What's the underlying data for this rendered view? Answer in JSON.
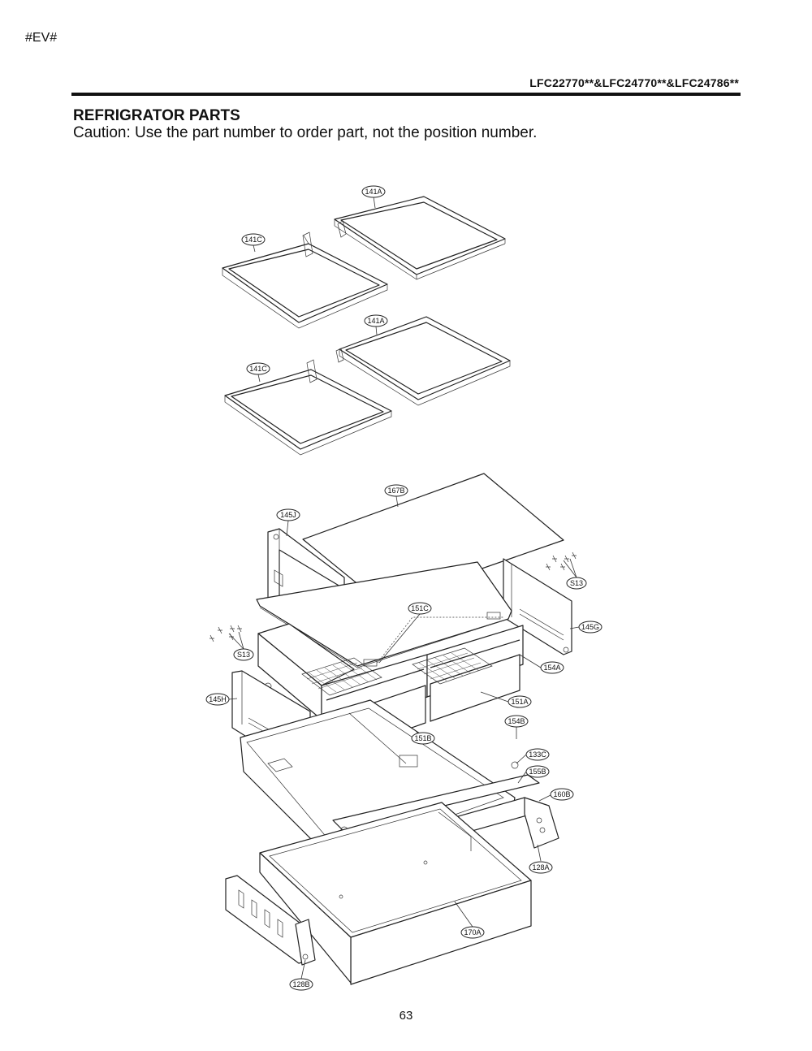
{
  "header": {
    "tag": "#EV#",
    "models": "LFC22770**&LFC24770**&LFC24786**"
  },
  "heading": {
    "title": "REFRIGRATOR PARTS",
    "caution": "Caution: Use the part number to order part, not the position number."
  },
  "page_number": "63",
  "callouts": [
    {
      "id": "c141a-top",
      "label": "141A"
    },
    {
      "id": "c141c-top",
      "label": "141C"
    },
    {
      "id": "c141a-mid",
      "label": "141A"
    },
    {
      "id": "c141c-mid",
      "label": "141C"
    },
    {
      "id": "c167b",
      "label": "167B"
    },
    {
      "id": "c145j",
      "label": "145J"
    },
    {
      "id": "c s13-right",
      "label": "S13"
    },
    {
      "id": "c151c",
      "label": "151C"
    },
    {
      "id": "c145g",
      "label": "145G"
    },
    {
      "id": "c s13-left",
      "label": "S13"
    },
    {
      "id": "c154a",
      "label": "154A"
    },
    {
      "id": "c145h",
      "label": "145H"
    },
    {
      "id": "c151a",
      "label": "151A"
    },
    {
      "id": "c154b",
      "label": "154B"
    },
    {
      "id": "c151b",
      "label": "151B"
    },
    {
      "id": "c133c",
      "label": "133C"
    },
    {
      "id": "c155b",
      "label": "155B"
    },
    {
      "id": "c160b",
      "label": "160B"
    },
    {
      "id": "c128a",
      "label": "128A"
    },
    {
      "id": "c170a",
      "label": "170A"
    },
    {
      "id": "c128b",
      "label": "128B"
    }
  ]
}
